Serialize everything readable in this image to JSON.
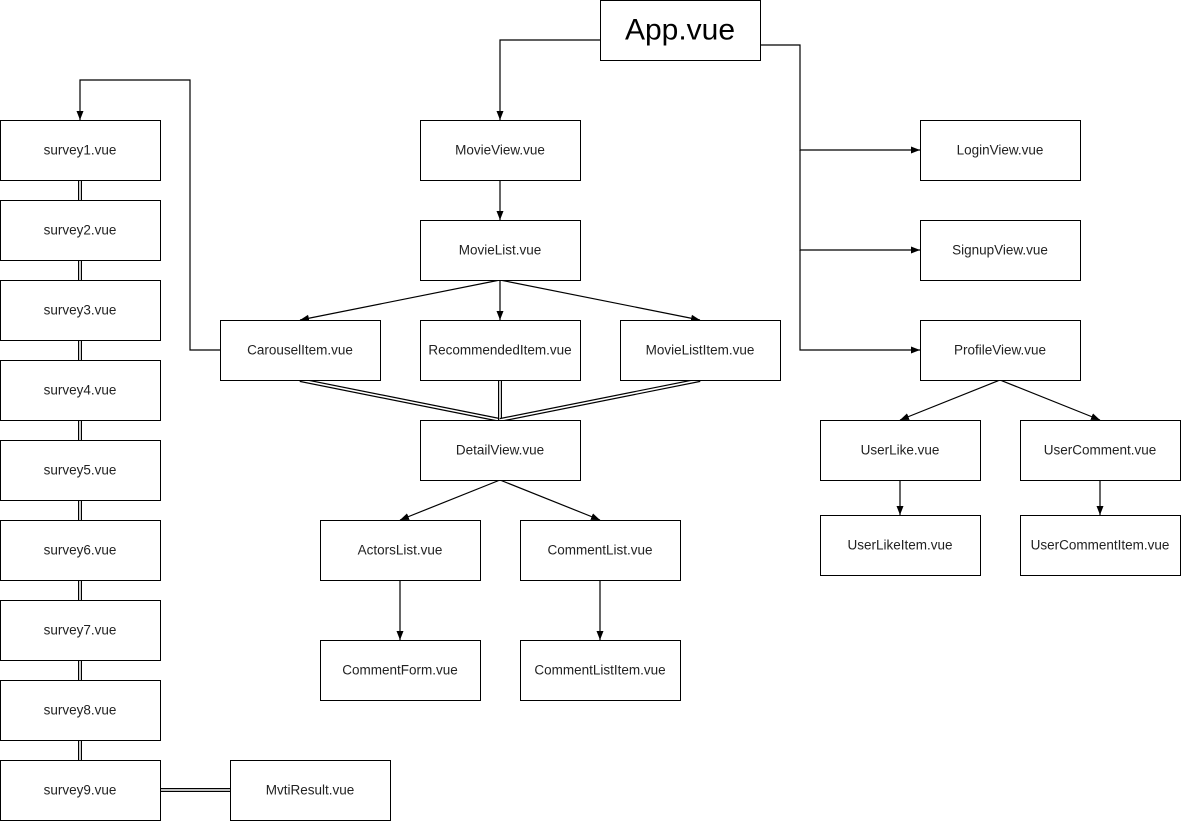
{
  "diagram": {
    "nodes": [
      {
        "id": "app",
        "label": "App.vue",
        "title": true
      },
      {
        "id": "movieview",
        "label": "MovieView.vue"
      },
      {
        "id": "movielist",
        "label": "MovieList.vue"
      },
      {
        "id": "carousel",
        "label": "CarouselItem.vue"
      },
      {
        "id": "recommended",
        "label": "RecommendedItem.vue"
      },
      {
        "id": "movielistitem",
        "label": "MovieListItem.vue"
      },
      {
        "id": "detail",
        "label": "DetailView.vue"
      },
      {
        "id": "actors",
        "label": "ActorsList.vue"
      },
      {
        "id": "commentlist",
        "label": "CommentList.vue"
      },
      {
        "id": "commentform",
        "label": "CommentForm.vue"
      },
      {
        "id": "commentlistitem",
        "label": "CommentListItem.vue"
      },
      {
        "id": "login",
        "label": "LoginView.vue"
      },
      {
        "id": "signup",
        "label": "SignupView.vue"
      },
      {
        "id": "profile",
        "label": "ProfileView.vue"
      },
      {
        "id": "userlike",
        "label": "UserLike.vue"
      },
      {
        "id": "usercomment",
        "label": "UserComment.vue"
      },
      {
        "id": "userlikeitem",
        "label": "UserLikeItem.vue"
      },
      {
        "id": "usercommentitem",
        "label": "UserCommentItem.vue"
      },
      {
        "id": "survey1",
        "label": "survey1.vue"
      },
      {
        "id": "survey2",
        "label": "survey2.vue"
      },
      {
        "id": "survey3",
        "label": "survey3.vue"
      },
      {
        "id": "survey4",
        "label": "survey4.vue"
      },
      {
        "id": "survey5",
        "label": "survey5.vue"
      },
      {
        "id": "survey6",
        "label": "survey6.vue"
      },
      {
        "id": "survey7",
        "label": "survey7.vue"
      },
      {
        "id": "survey8",
        "label": "survey8.vue"
      },
      {
        "id": "survey9",
        "label": "survey9.vue"
      },
      {
        "id": "mvti",
        "label": "MvtiResult.vue"
      }
    ],
    "edges": [
      {
        "from": "app",
        "to": "movieview",
        "style": "arrow"
      },
      {
        "from": "app",
        "to": "login",
        "style": "arrow"
      },
      {
        "from": "app",
        "to": "signup",
        "style": "arrow"
      },
      {
        "from": "app",
        "to": "profile",
        "style": "arrow"
      },
      {
        "from": "movieview",
        "to": "movielist",
        "style": "arrow"
      },
      {
        "from": "movielist",
        "to": "carousel",
        "style": "arrow"
      },
      {
        "from": "movielist",
        "to": "recommended",
        "style": "arrow"
      },
      {
        "from": "movielist",
        "to": "movielistitem",
        "style": "arrow"
      },
      {
        "from": "carousel",
        "to": "detail",
        "style": "double"
      },
      {
        "from": "recommended",
        "to": "detail",
        "style": "double"
      },
      {
        "from": "movielistitem",
        "to": "detail",
        "style": "double"
      },
      {
        "from": "detail",
        "to": "actors",
        "style": "arrow"
      },
      {
        "from": "detail",
        "to": "commentlist",
        "style": "arrow"
      },
      {
        "from": "actors",
        "to": "commentform",
        "style": "arrow"
      },
      {
        "from": "commentlist",
        "to": "commentlistitem",
        "style": "arrow"
      },
      {
        "from": "profile",
        "to": "userlike",
        "style": "arrow"
      },
      {
        "from": "profile",
        "to": "usercomment",
        "style": "arrow"
      },
      {
        "from": "userlike",
        "to": "userlikeitem",
        "style": "arrow"
      },
      {
        "from": "usercomment",
        "to": "usercommentitem",
        "style": "arrow"
      },
      {
        "from": "carousel",
        "to": "survey1",
        "style": "arrow"
      },
      {
        "from": "survey1",
        "to": "survey2",
        "style": "double"
      },
      {
        "from": "survey2",
        "to": "survey3",
        "style": "double"
      },
      {
        "from": "survey3",
        "to": "survey4",
        "style": "double"
      },
      {
        "from": "survey4",
        "to": "survey5",
        "style": "double"
      },
      {
        "from": "survey5",
        "to": "survey6",
        "style": "double"
      },
      {
        "from": "survey6",
        "to": "survey7",
        "style": "double"
      },
      {
        "from": "survey7",
        "to": "survey8",
        "style": "double"
      },
      {
        "from": "survey8",
        "to": "survey9",
        "style": "double"
      },
      {
        "from": "survey9",
        "to": "mvti",
        "style": "double"
      }
    ]
  }
}
